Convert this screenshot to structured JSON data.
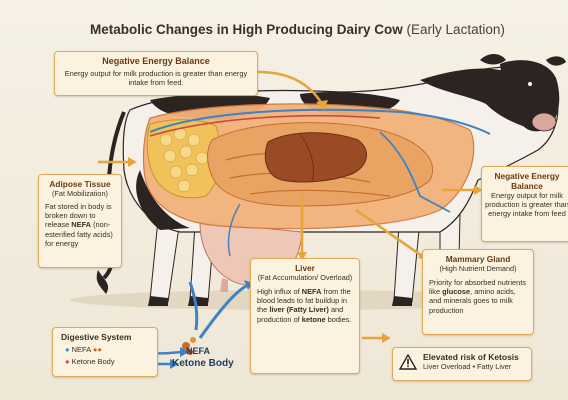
{
  "title": {
    "main": "Metabolic Changes in High Producing Dairy Cow",
    "sub": "(Early Lactation)"
  },
  "negative_energy_top": {
    "heading": "Negative Energy Balance",
    "text": "Energy output for milk production is greater than energy intake from feed."
  },
  "adipose": {
    "heading": "Adipose Tissue",
    "subheading": "(Fat Mobilization)",
    "text_before": "Fat stored in body is broken down to release ",
    "text_bold": "NEFA",
    "text_after": " (non-esterified fatty acids) for energy"
  },
  "negative_energy_right": {
    "heading": "Negative Energy Balance",
    "text": "Energy output for milk production is greater than energy intake from feed"
  },
  "liver": {
    "heading": "Liver",
    "subheading": "(Fat Accumulation/ Overload)",
    "t1": "High influx of ",
    "b1": "NEFA",
    "t2": " from the blood leads to fat buildup in the ",
    "b2": "liver (Fatty Liver)",
    "t3": " and production of ",
    "b3": "ketone",
    "t4": " bodies."
  },
  "mammary": {
    "heading": "Mammary Gland",
    "subheading": "(High Nutrient Demand)",
    "t1": "Priority for absorbed nutrients like ",
    "b1": "glucose",
    "t2": ", amino acids, and minerals goes to milk production"
  },
  "digestive": {
    "heading": "Digestive System",
    "nefa": "NEFA",
    "ketone": "Ketone Body"
  },
  "flow_labels": {
    "nefa": "NEFA",
    "ketone": "Ketone Body"
  },
  "ketosis": {
    "heading": "Elevated risk of Ketosis",
    "text": "Liver Overload • Fatty Liver"
  },
  "colors": {
    "box_border": "#e0a857",
    "arrow_orange": "#e8a43c",
    "arrow_blue": "#3d83c4",
    "liver": "#9b4a26",
    "fat": "#f2c25a",
    "udder": "#efc7b6"
  }
}
